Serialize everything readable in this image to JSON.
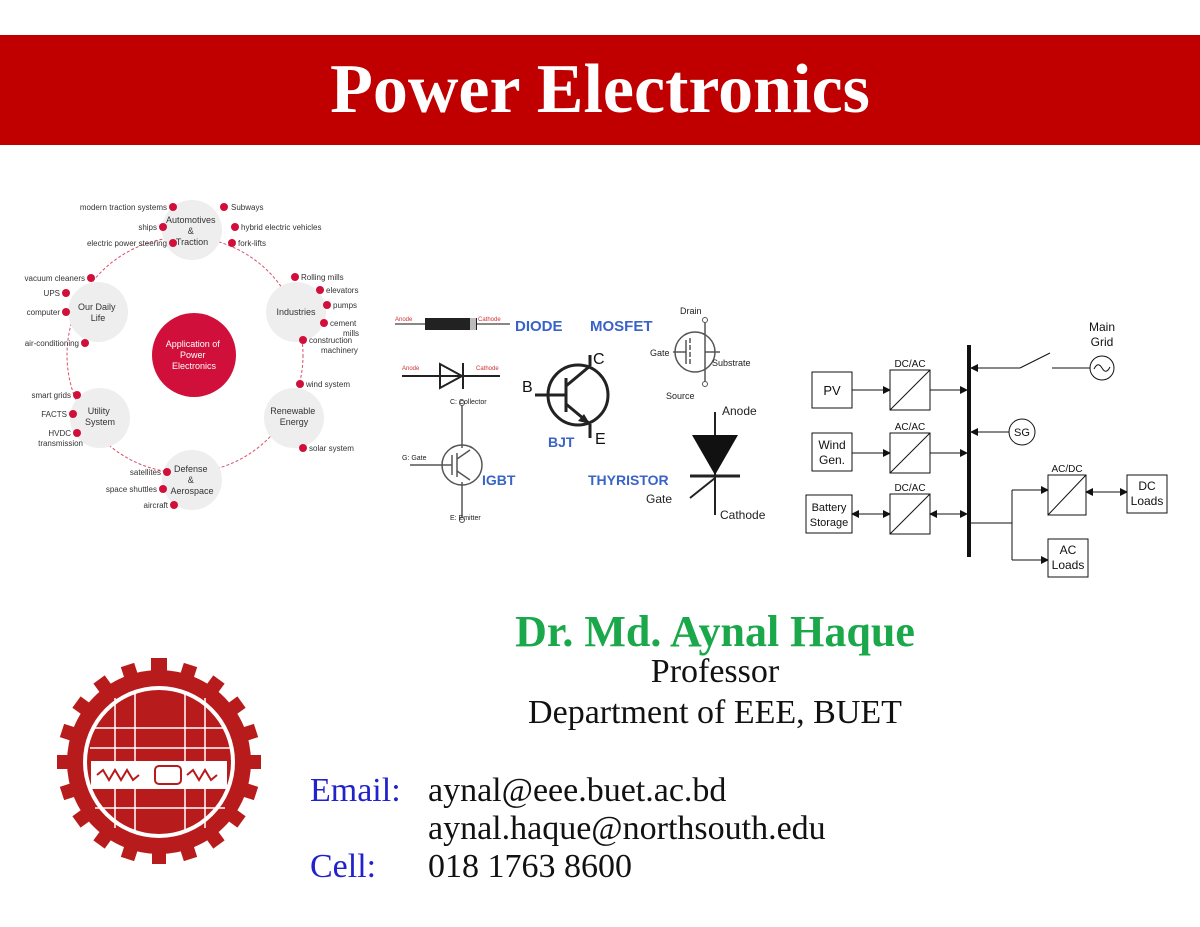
{
  "title": "Power Electronics",
  "applications": {
    "center": [
      "Application of",
      "Power",
      "Electronics"
    ],
    "hubs": {
      "automotives": [
        "Automotives",
        "&",
        "Traction"
      ],
      "daily_life": [
        "Our Daily",
        "Life"
      ],
      "industries": [
        "Industries"
      ],
      "utility": [
        "Utility",
        "System"
      ],
      "renewable": [
        "Renewable",
        "Energy"
      ],
      "defense": [
        "Defense",
        "&",
        "Aerospace"
      ]
    },
    "items": {
      "traction_systems": "modern traction systems",
      "subways": "Subways",
      "ships": "ships",
      "hybrid": "hybrid electric vehicles",
      "steering": "electric power steering",
      "forklifts": "fork-lifts",
      "vacuum": "vacuum cleaners",
      "ups": "UPS",
      "computer": "computer",
      "aircon": "air-conditioning",
      "rolling": "Rolling mills",
      "elevators": "elevators",
      "pumps": "pumps",
      "cement": [
        "cement",
        "mills"
      ],
      "construction": [
        "construction",
        "machinery"
      ],
      "smart_grids": "smart grids",
      "facts": "FACTS",
      "hvdc": [
        "HVDC",
        "transmission"
      ],
      "wind_system": "wind system",
      "solar_system": "solar system",
      "satellites": "satellites",
      "shuttles": "space shuttles",
      "aircraft": "aircraft"
    }
  },
  "devices": {
    "diode_label": "DIODE",
    "mosfet_label": "MOSFET",
    "bjt_label": "BJT",
    "igbt_label": "IGBT",
    "thyristor_label": "THYRISTOR",
    "anode_small": "Anode",
    "cathode_small": "Cathode",
    "drain": "Drain",
    "gate_m": "Gate",
    "substrate": "Substrate",
    "source": "Source",
    "b": "B",
    "c": "C",
    "e": "E",
    "collector": "C: Collector",
    "gate_i": "G: Gate",
    "emitter": "E: Emitter",
    "anode": "Anode",
    "gate_t": "Gate",
    "cathode": "Cathode"
  },
  "grid": {
    "pv": "PV",
    "wind": [
      "Wind",
      "Gen."
    ],
    "battery": [
      "Battery",
      "Storage"
    ],
    "dcac1": "DC/AC",
    "acac": "AC/AC",
    "dcac2": "DC/AC",
    "acdc": "AC/DC",
    "main_grid": [
      "Main",
      "Grid"
    ],
    "sg": "SG",
    "dc_loads": [
      "DC",
      "Loads"
    ],
    "ac_loads": [
      "AC",
      "Loads"
    ]
  },
  "person": {
    "name": "Dr. Md. Aynal Haque",
    "role": "Professor",
    "department": "Department of EEE, BUET",
    "email_label": "Email:",
    "email1": "aynal@eee.buet.ac.bd",
    "email2": "aynal.haque@northsouth.edu",
    "cell_label": "Cell:",
    "cell": "018 1763 8600"
  },
  "colors": {
    "banner": "#c00000",
    "name": "#1aa84a",
    "label_blue": "#2222cc",
    "device_blue": "#3a63c8",
    "dot_red": "#d0103a",
    "logo_red": "#b81b1b"
  }
}
